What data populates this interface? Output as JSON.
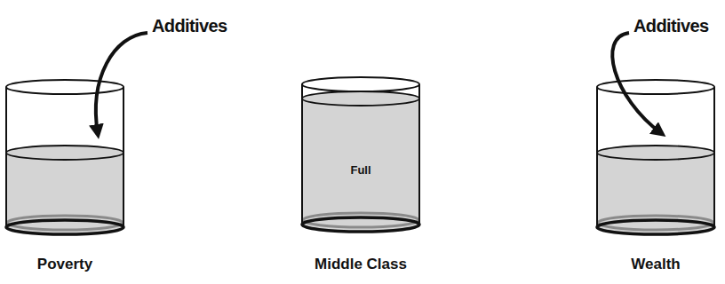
{
  "diagram": {
    "nodes": [
      {
        "text": [
          "Poverty"
        ]
      },
      {
        "text": [
          "Full",
          "Middle Class"
        ]
      },
      {
        "text": [
          "Wealth"
        ]
      }
    ],
    "labels": [
      "Additives",
      "Additives"
    ]
  }
}
